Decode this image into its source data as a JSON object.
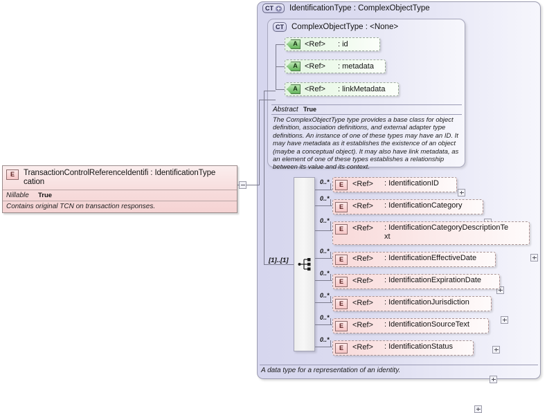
{
  "diagram": {
    "type": "xml-schema-diagram",
    "left_node": {
      "icon": "element-badge",
      "icon_label": "E",
      "name": "TransactionControlReferenceIdentification",
      "type_separator": " : ",
      "type": "IdentificationType",
      "title_line1": "TransactionControlReferenceIdentifi : IdentificationType",
      "title_line2": "cation",
      "property_key": "Nillable",
      "property_value": "True",
      "documentation": "Contains original TCN on transaction responses.",
      "toggle": "minus"
    },
    "outer_container": {
      "badge": "CT",
      "badge_state": "plus",
      "title": "IdentificationType : ComplexObjectType",
      "footer_documentation": "A data type for a representation of an identity."
    },
    "inner_container": {
      "badge": "CT",
      "title": "ComplexObjectType : <None>",
      "attributes": [
        {
          "icon_label": "A",
          "ref": "<Ref>",
          "name": ": id"
        },
        {
          "icon_label": "A",
          "ref": "<Ref>",
          "name": ": metadata"
        },
        {
          "icon_label": "A",
          "ref": "<Ref>",
          "name": ": linkMetadata"
        }
      ],
      "abstract_key": "Abstract",
      "abstract_value": "True",
      "documentation": "The ComplexObjectType type provides a base class for object definition, association definitions, and external adapter type definitions. An instance of one of these types may have an ID. It may have metadata as it establishes the existence of an object (maybe a conceptual object). It may also have link metadata, as an element of one of these types establishes a relationship between its value and its context."
    },
    "compositor": {
      "kind": "sequence",
      "cardinality": "[1]..[1]"
    },
    "elements": [
      {
        "cardinality": "0..*",
        "icon_label": "E",
        "ref": "<Ref>",
        "name": ": IdentificationID",
        "name_line2": "",
        "toggle": "plus"
      },
      {
        "cardinality": "0..*",
        "icon_label": "E",
        "ref": "<Ref>",
        "name": ": IdentificationCategory",
        "name_line2": "",
        "toggle": "plus"
      },
      {
        "cardinality": "0..*",
        "icon_label": "E",
        "ref": "<Ref>",
        "name": ": IdentificationCategoryDescriptionTe",
        "name_line2": "xt",
        "toggle": "plus"
      },
      {
        "cardinality": "0..*",
        "icon_label": "E",
        "ref": "<Ref>",
        "name": ": IdentificationEffectiveDate",
        "name_line2": "",
        "toggle": "plus"
      },
      {
        "cardinality": "0..*",
        "icon_label": "E",
        "ref": "<Ref>",
        "name": ": IdentificationExpirationDate",
        "name_line2": "",
        "toggle": "plus"
      },
      {
        "cardinality": "0..*",
        "icon_label": "E",
        "ref": "<Ref>",
        "name": ": IdentificationJurisdiction",
        "name_line2": "",
        "toggle": "plus"
      },
      {
        "cardinality": "0..*",
        "icon_label": "E",
        "ref": "<Ref>",
        "name": ": IdentificationSourceText",
        "name_line2": "",
        "toggle": "plus"
      },
      {
        "cardinality": "0..*",
        "icon_label": "E",
        "ref": "<Ref>",
        "name": ": IdentificationStatus",
        "name_line2": "",
        "toggle": "plus"
      }
    ],
    "colors": {
      "element_fill": "#f8d9d9",
      "attribute_fill": "#e4f5e2",
      "container_fill": "#d6d6ee",
      "line": "#7a7a8c"
    }
  }
}
